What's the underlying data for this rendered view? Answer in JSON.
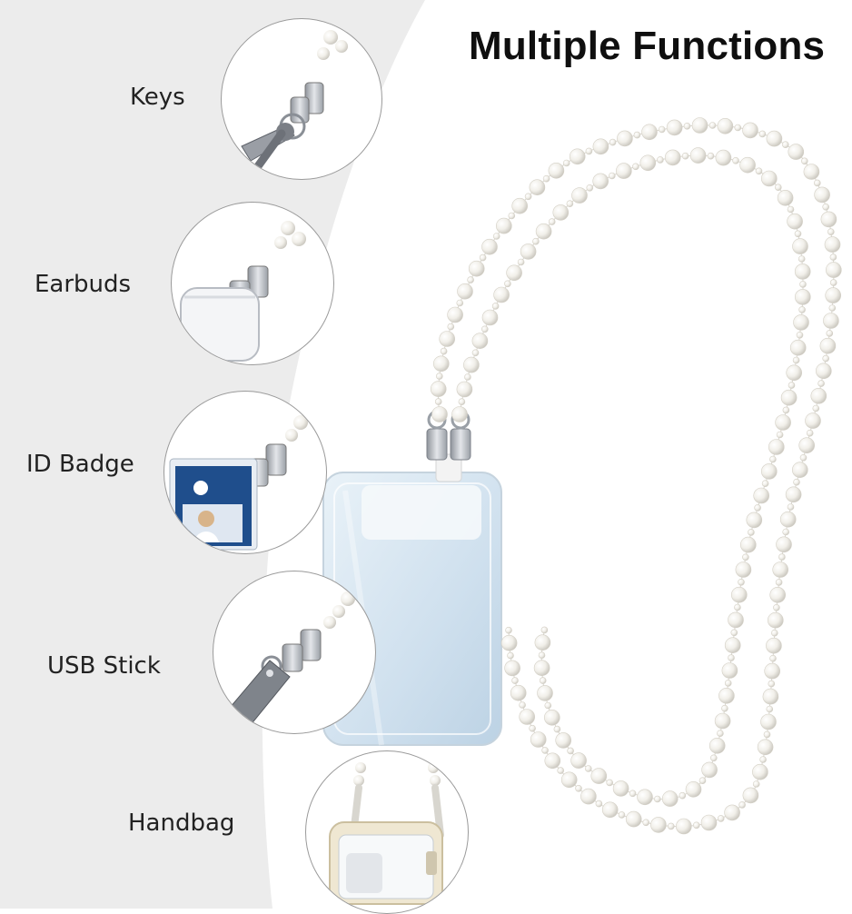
{
  "heading": "Multiple Functions",
  "uses": [
    {
      "label": "Keys",
      "icon": "keys-icon"
    },
    {
      "label": "Earbuds",
      "icon": "earbuds-case-icon"
    },
    {
      "label": "ID Badge",
      "icon": "id-badge-icon"
    },
    {
      "label": "USB Stick",
      "icon": "usb-stick-icon"
    },
    {
      "label": "Handbag",
      "icon": "handbag-icon"
    }
  ],
  "colors": {
    "background_left": "#ececec",
    "pearl": "#f3f1ec",
    "clip_metal": "#b9bcc2",
    "phone_screen": "#dbe8f2",
    "badge_blue": "#1f4e8c"
  }
}
